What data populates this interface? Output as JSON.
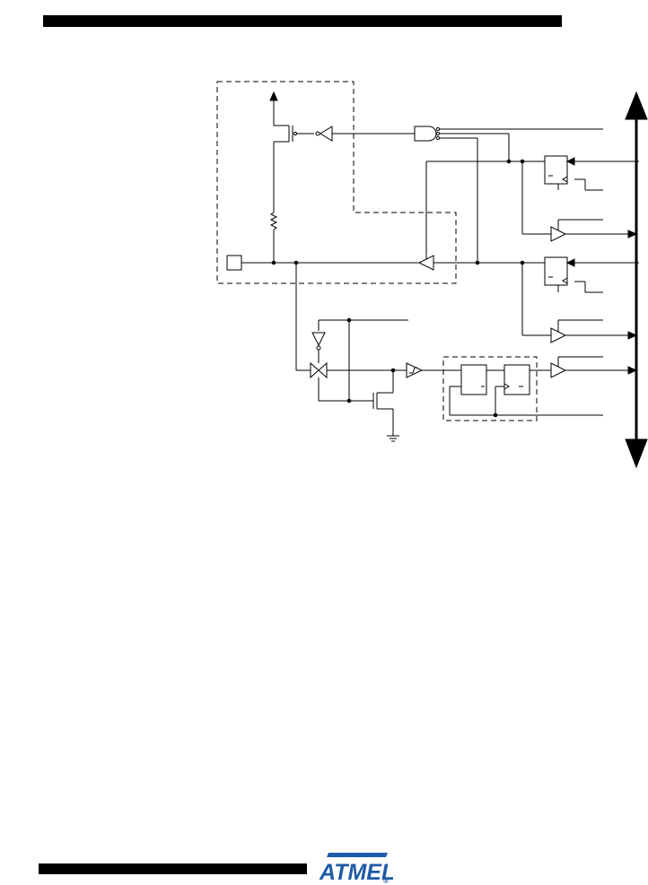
{
  "page": {
    "header_bar": "decorative",
    "footer_bar": "decorative"
  },
  "logo": {
    "text": "ATMEL",
    "mark": "®",
    "color": "#1f5aa6"
  },
  "diagram": {
    "type": "circuit-schematic",
    "ink_color": "#000000",
    "has_dashed_regions": true,
    "has_bidirectional_bus": true
  }
}
